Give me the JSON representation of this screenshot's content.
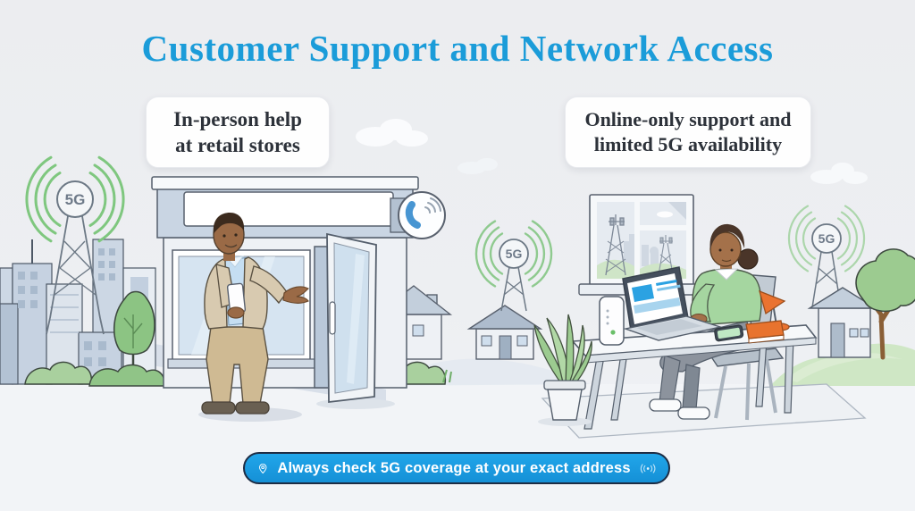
{
  "title": "Customer Support and Network Access",
  "comparison": {
    "left": {
      "line1": "In-person help",
      "line2": "at retail stores"
    },
    "right": {
      "line1": "Online-only support and",
      "line2": "limited 5G availability"
    }
  },
  "badges": {
    "left_tower": "5G",
    "middle_tower": "5G",
    "right_tower": "5G"
  },
  "banner": {
    "text": "Always check 5G coverage at your exact address"
  },
  "icons": {
    "location_pin": "map-pin-outline",
    "coverage_waves": "((•))",
    "store_phone_sign": "handset-with-waves",
    "tower_signal_waves": "green-radio-arcs"
  },
  "colors": {
    "title_blue": "#1b9cd9",
    "banner_blue": "#1798de",
    "banner_border": "#1d2c44",
    "card_text": "#2d323a",
    "signal_green": "#7fc77f",
    "accent_orange": "#ea7330",
    "background": "#edeff2"
  }
}
